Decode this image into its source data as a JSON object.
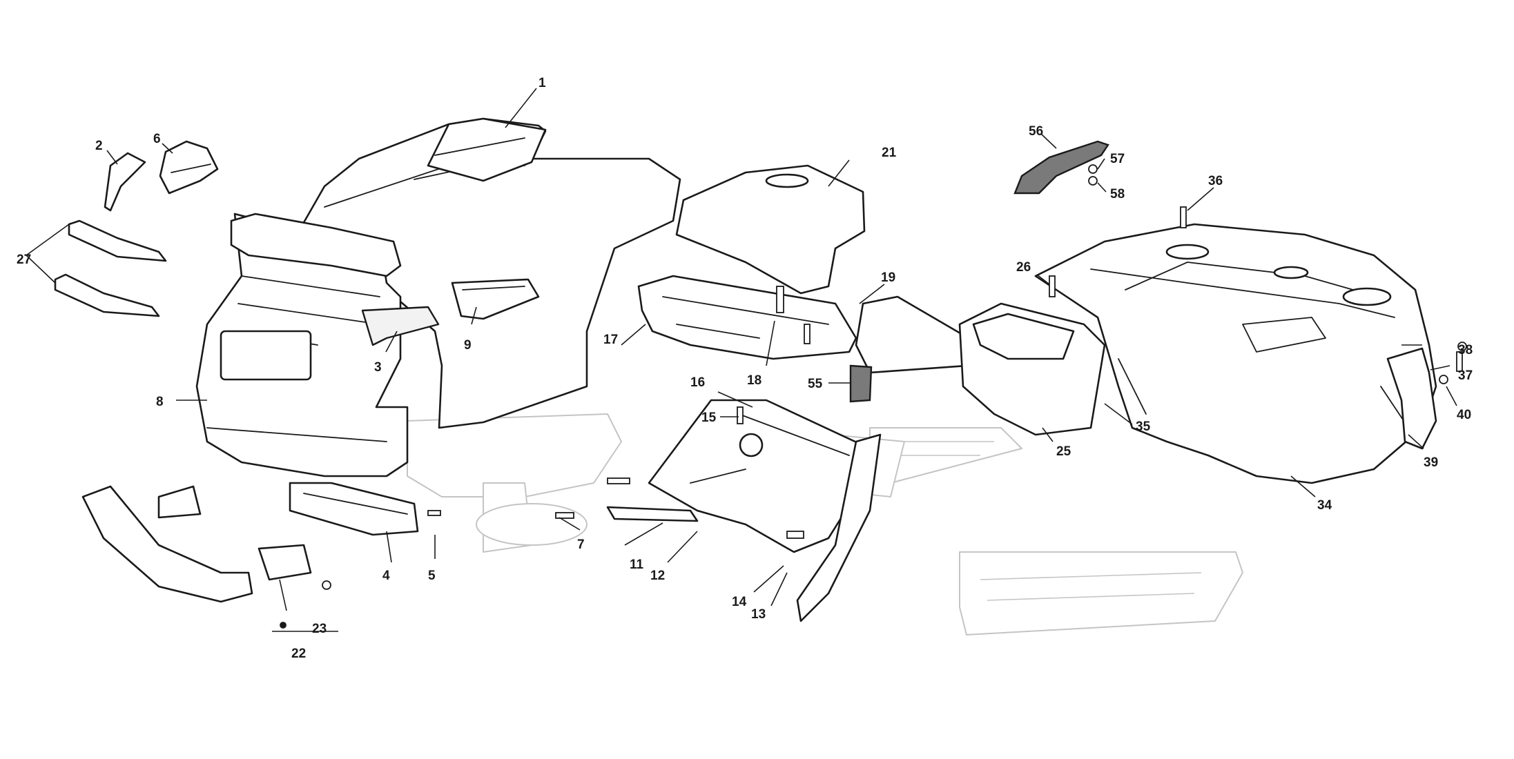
{
  "diagram": {
    "callouts": [
      "1",
      "2",
      "3",
      "4",
      "5",
      "6",
      "7",
      "8",
      "9",
      "11",
      "12",
      "13",
      "14",
      "15",
      "16",
      "17",
      "18",
      "19",
      "21",
      "22",
      "23",
      "25",
      "26",
      "27",
      "34",
      "35",
      "36",
      "37",
      "38",
      "39",
      "40",
      "55",
      "56",
      "57",
      "58"
    ]
  }
}
